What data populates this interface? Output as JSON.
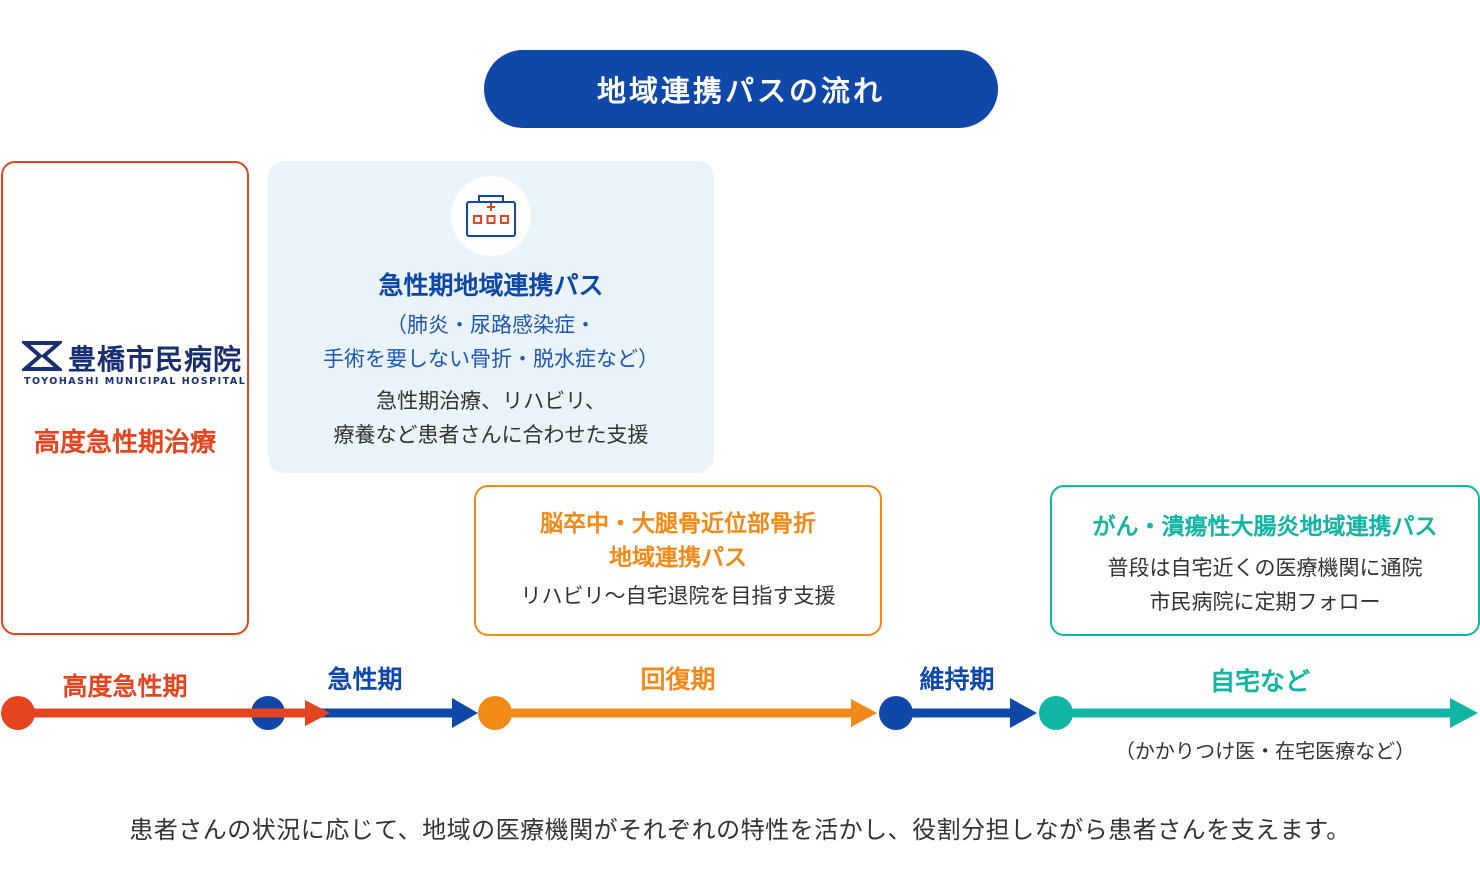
{
  "title": "地域連携パスの流れ",
  "hospital": {
    "logo_jp": "豊橋市民病院",
    "logo_en": "TOYOHASHI MUNICIPAL HOSPITAL",
    "care": "高度急性期治療",
    "color": "#e44520"
  },
  "acute_path": {
    "icon": "hospital-icon",
    "title": "急性期地域連携パス",
    "sub_line1": "（肺炎・尿路感染症・",
    "sub_line2": "手術を要しない骨折・脱水症など）",
    "desc_line1": "急性期治療、リハビリ、",
    "desc_line2": "療養など患者さんに合わせた支援"
  },
  "rehab_path": {
    "title_line1": "脳卒中・大腿骨近位部骨折",
    "title_line2": "地域連携パス",
    "desc": "リハビリ〜自宅退院を目指す支援",
    "color": "#f28a17"
  },
  "cancer_path": {
    "title": "がん・潰瘍性大腸炎地域連携パス",
    "desc_line1": "普段は自宅近くの医療機関に通院",
    "desc_line2": "市民病院に定期フォロー",
    "color": "#11b5a4"
  },
  "phases": [
    {
      "label": "高度急性期",
      "color": "#e44520"
    },
    {
      "label": "急性期",
      "color": "#0f48a8"
    },
    {
      "label": "回復期",
      "color": "#f28a17"
    },
    {
      "label": "維持期",
      "color": "#0f48a8"
    },
    {
      "label": "自宅など",
      "color": "#11b5a4"
    }
  ],
  "home_note": "（かかりつけ医・在宅医療など）",
  "bottom_text": "患者さんの状況に応じて、地域の医療機関がそれぞれの特性を活かし、役割分担しながら患者さんを支えます。"
}
